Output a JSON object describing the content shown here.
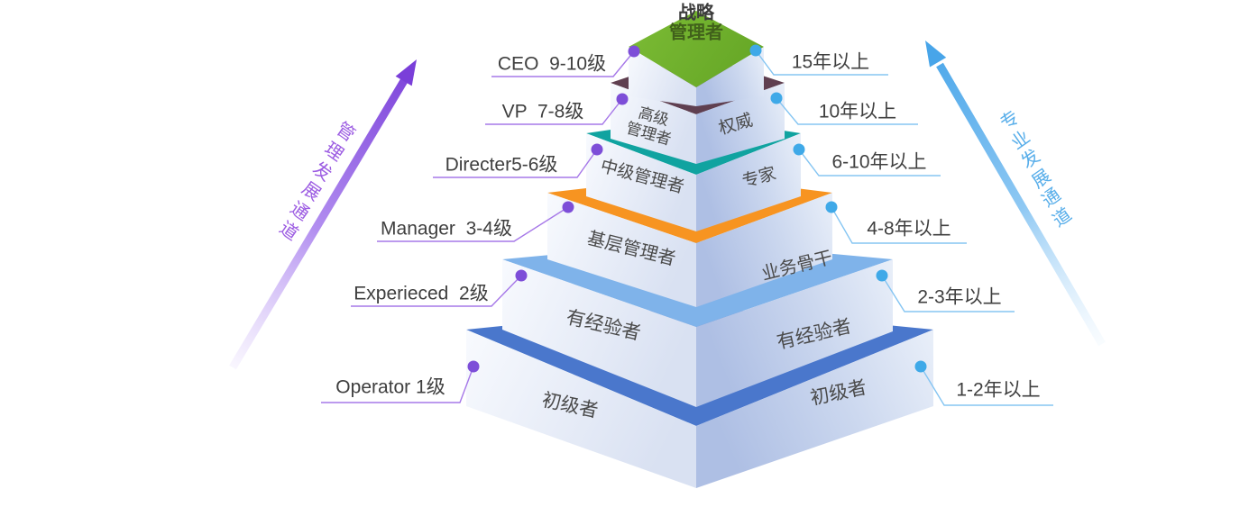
{
  "title": {
    "line1": "战略",
    "line2": "管理者"
  },
  "channels": {
    "left": {
      "label": "管理发展通道",
      "chars": [
        "管",
        "理",
        "发",
        "展",
        "通",
        "道"
      ],
      "color": "#9c5ce2"
    },
    "right": {
      "label": "专业发展通道",
      "chars": [
        "专",
        "业",
        "发",
        "展",
        "通",
        "道"
      ],
      "color": "#58aeea"
    }
  },
  "levels": [
    {
      "name": "战略管理者",
      "left_label": "CEO  9-10级",
      "right_label": "15年以上",
      "top_color": "#72b22c",
      "left_face_text": "",
      "right_face_text": ""
    },
    {
      "name": "高级管理者",
      "left_label": "VP  7-8级",
      "right_label": "10年以上",
      "top_color": "#5f3f50",
      "left_face_text": "高级\n管理者",
      "right_face_text": "权威"
    },
    {
      "name": "中级管理者",
      "left_label": "Directer5-6级",
      "right_label": "6-10年以上",
      "top_color": "#10a3a0",
      "left_face_text": "中级管理者",
      "right_face_text": "专家"
    },
    {
      "name": "基层管理者",
      "left_label": "Manager  3-4级",
      "right_label": "4-8年以上",
      "top_color": "#f79421",
      "left_face_text": "基层管理者",
      "right_face_text": "业务骨干"
    },
    {
      "name": "有经验者",
      "left_label": "Experieced  2级",
      "right_label": "2-3年以上",
      "top_color": "#7fb3ea",
      "left_face_text": "有经验者",
      "right_face_text": "有经验者"
    },
    {
      "name": "初级者",
      "left_label": "Operator 1级",
      "right_label": "1-2年以上",
      "top_color": "#4a77cc",
      "left_face_text": "初级者",
      "right_face_text": "初级者"
    }
  ],
  "colors": {
    "left_accent": "#7d4ed8",
    "right_accent": "#3fa9e8",
    "left_line": "#a678e8",
    "right_line": "#85c5f2",
    "label_text": "#3f3f3f",
    "face_text": "#4a4a4a"
  }
}
